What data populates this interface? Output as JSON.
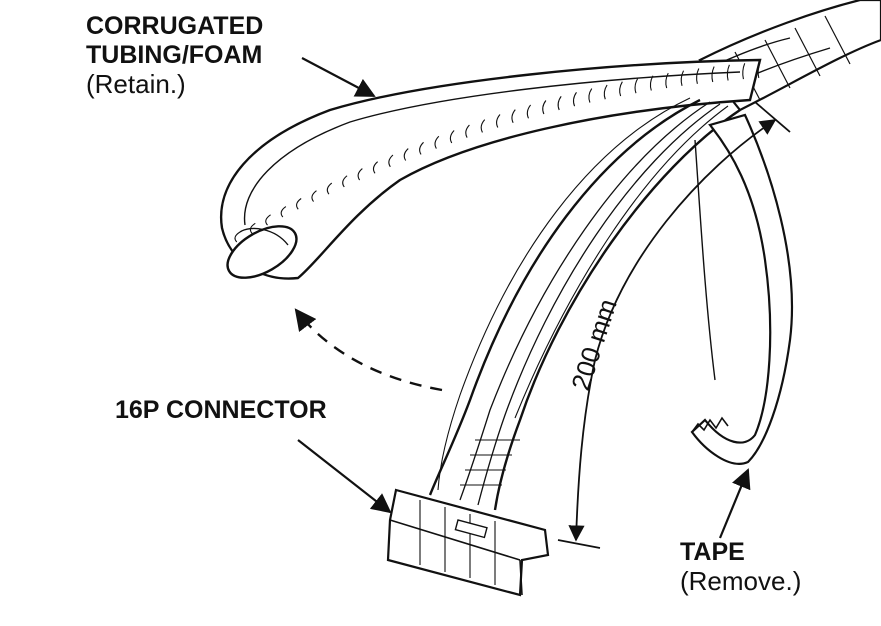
{
  "labels": {
    "tubing": {
      "title_line1": "CORRUGATED",
      "title_line2": "TUBING/FOAM",
      "note": "(Retain.)"
    },
    "connector": {
      "title": "16P CONNECTOR"
    },
    "tape": {
      "title": "TAPE",
      "note": "(Remove.)"
    },
    "dimension": {
      "text": "200 mm"
    }
  },
  "colors": {
    "ink": "#111111",
    "background": "#ffffff"
  }
}
